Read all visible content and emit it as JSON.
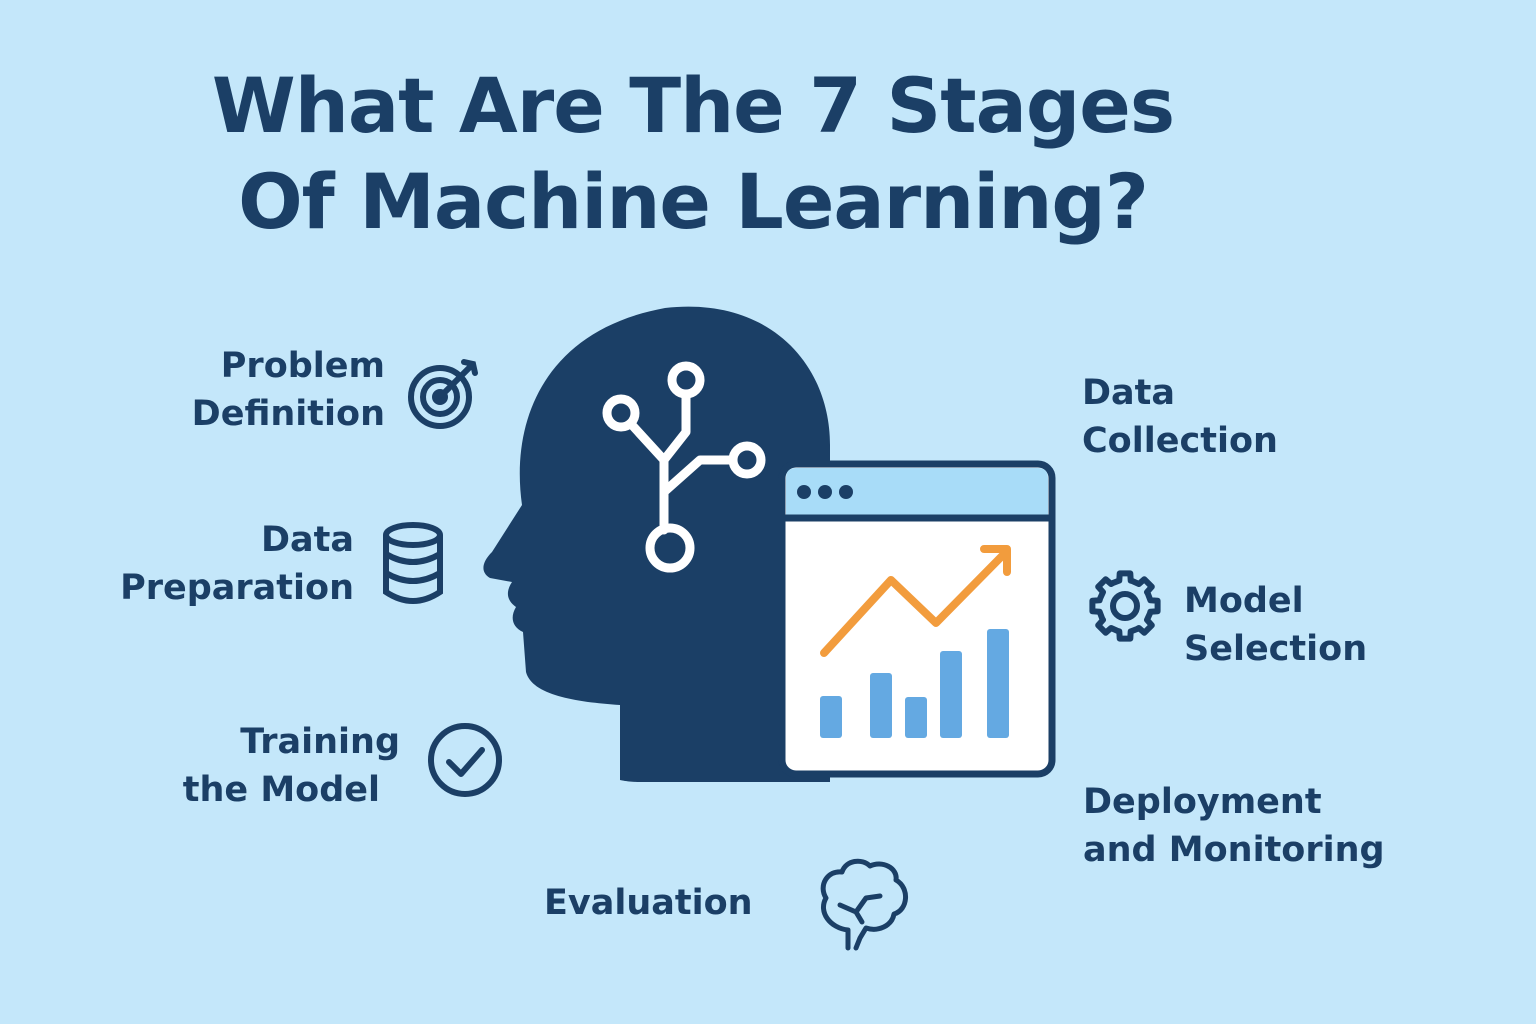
{
  "title": {
    "line1": "What Are The 7 Stages",
    "line2": "Of Machine Learning?"
  },
  "stages": [
    {
      "line1": "Problem",
      "line2": "Definition",
      "icon": "target-icon"
    },
    {
      "line1": "Data",
      "line2": "Collection",
      "icon": "none"
    },
    {
      "line1": "Data",
      "line2": "Preparation",
      "icon": "database-icon"
    },
    {
      "line1": "Model",
      "line2": "Selection",
      "icon": "gear-icon"
    },
    {
      "line1": "Training",
      "line2": "the Model",
      "icon": "check-circle-icon"
    },
    {
      "line1": "Deployment",
      "line2": "and Monitoring",
      "icon": "none"
    },
    {
      "line1": "Evaluation",
      "icon": "brain-icon"
    }
  ],
  "colors": {
    "background": "#C4E7FA",
    "navy": "#1B3F66",
    "orange": "#F29C3D",
    "bar": "#64A9E2",
    "window_bar": "#A8DCF8"
  }
}
